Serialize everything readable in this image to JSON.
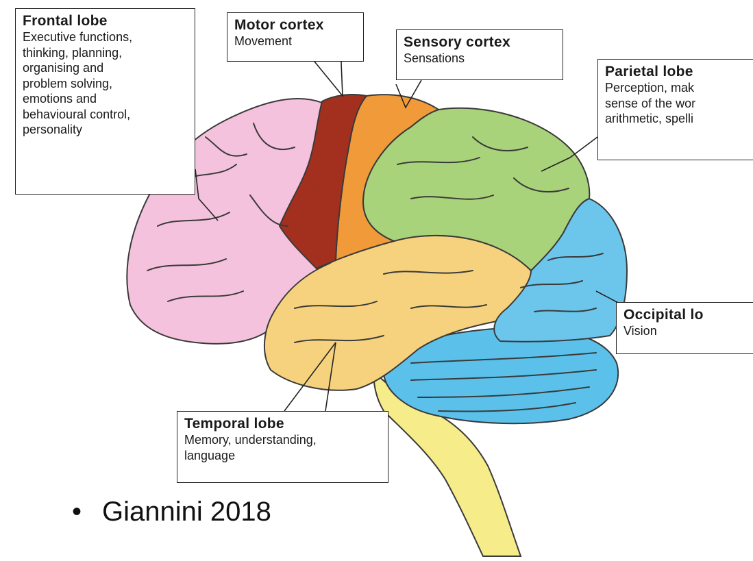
{
  "labels": {
    "frontal": {
      "title": "Frontal lobe",
      "desc": "Executive functions,\nthinking, planning,\norganising and\nproblem solving,\nemotions and\nbehavioural control,\npersonality"
    },
    "motor": {
      "title": "Motor cortex",
      "desc": "Movement"
    },
    "sensory": {
      "title": "Sensory cortex",
      "desc": "Sensations"
    },
    "parietal": {
      "title": "Parietal lobe",
      "desc": "Perception, mak\nsense of the wor\narithmetic, spelli"
    },
    "occipital": {
      "title": "Occipital lo",
      "desc": "Vision"
    },
    "temporal": {
      "title": "Temporal lobe",
      "desc": "Memory, understanding,\nlanguage"
    }
  },
  "caption": {
    "bullet": "•",
    "text": "Giannini 2018"
  },
  "colors": {
    "frontal": "#f4c2dc",
    "motor": "#a3301f",
    "sensory": "#f09a3a",
    "parietal": "#a9d37a",
    "occipital": "#6cc6ec",
    "temporal": "#f6d27e",
    "cerebellum": "#5bc0ea",
    "brainstem": "#f6ec8a",
    "outline": "#3a3a3a"
  }
}
